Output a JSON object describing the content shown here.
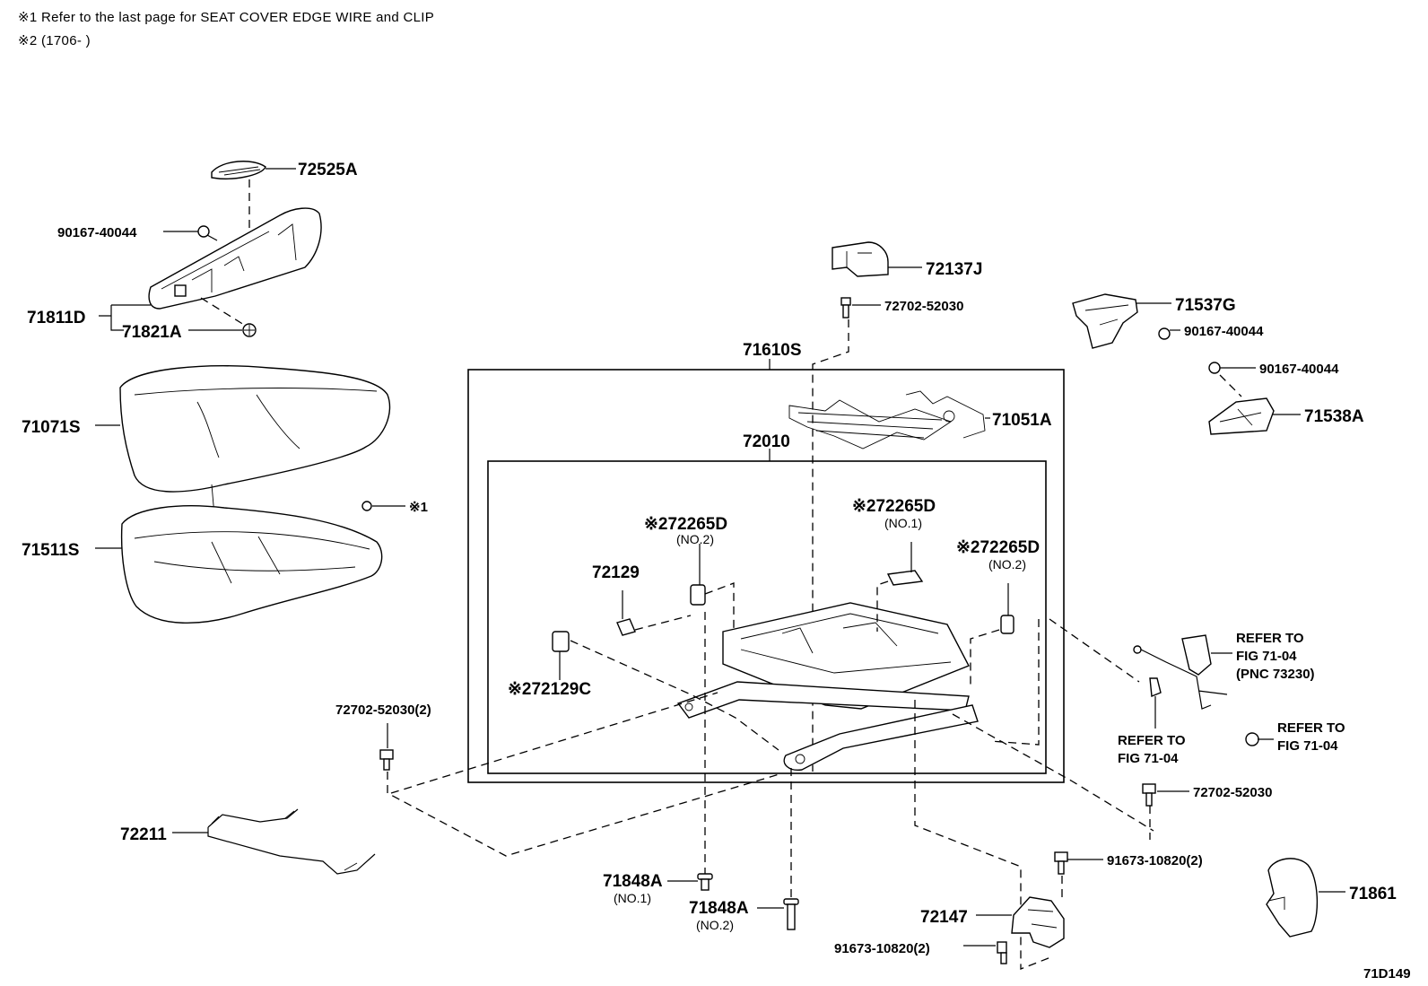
{
  "notes": {
    "note1": "※1  Refer to the last page for SEAT COVER EDGE WIRE and CLIP",
    "note2": "※2 (1706-        )"
  },
  "figure_id": "71D149",
  "labels": {
    "p72525A": "72525A",
    "p90167_a": "90167-40044",
    "p71811D": "71811D",
    "p71821A": "71821A",
    "p71071S": "71071S",
    "p71511S": "71511S",
    "ref1": "※1",
    "p72137J": "72137J",
    "p72702_top": "72702-52030",
    "p71610S": "71610S",
    "p71051A": "71051A",
    "p72010": "72010",
    "p71537G": "71537G",
    "p90167_b": "90167-40044",
    "p90167_c": "90167-40044",
    "p71538A": "71538A",
    "p72265D_a": "※272265D",
    "p72265D_a_sub": "(NO.2)",
    "p72265D_b": "※272265D",
    "p72265D_b_sub": "(NO.1)",
    "p72265D_c": "※272265D",
    "p72265D_c_sub": "(NO.2)",
    "p72129": "72129",
    "p72129C": "※272129C",
    "p72702_left": "72702-52030(2)",
    "p72211": "72211",
    "p71848A_a": "71848A",
    "p71848A_a_sub": "(NO.1)",
    "p71848A_b": "71848A",
    "p71848A_b_sub": "(NO.2)",
    "p72147": "72147",
    "p91673_a": "91673-10820(2)",
    "p91673_b": "91673-10820(2)",
    "p72702_right": "72702-52030",
    "p71861": "71861",
    "ref_belt_1": "REFER TO",
    "ref_belt_2": "FIG 71-04",
    "ref_belt_3": "(PNC 73230)",
    "ref_a_1": "REFER TO",
    "ref_a_2": "FIG 71-04",
    "ref_b_1": "REFER TO",
    "ref_b_2": "FIG 71-04"
  }
}
